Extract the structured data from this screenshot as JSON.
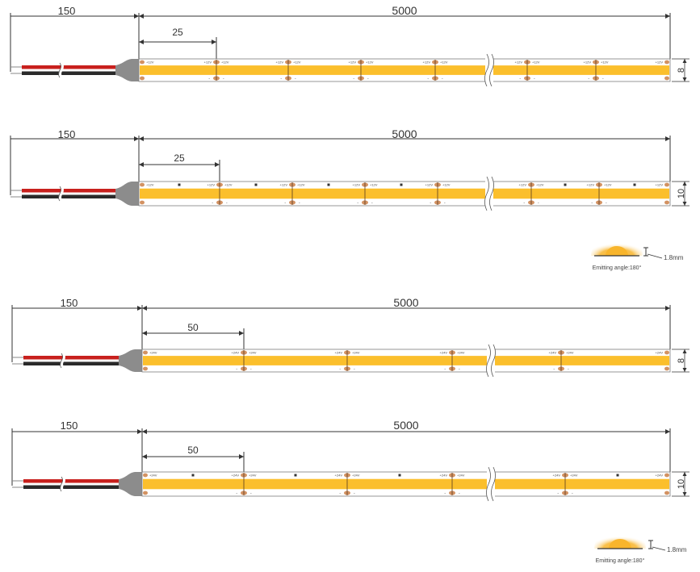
{
  "colors": {
    "strip_fill": "#fbbf2c",
    "strip_border": "#7d7d7d",
    "pad": "#d39262",
    "wire_red": "#c8201d",
    "wire_black": "#2a2a2a",
    "connector": "#8c8c8c",
    "dim_line": "#333333",
    "sun": "#f8b52c"
  },
  "strips": [
    {
      "id": "strip-1",
      "lead_length": "150",
      "total_length": "5000",
      "cut_length": "25",
      "width": "8",
      "voltage_label": "+12V",
      "minus_label": "-"
    },
    {
      "id": "strip-2",
      "lead_length": "150",
      "total_length": "5000",
      "cut_length": "25",
      "width": "10",
      "voltage_label": "+12V",
      "minus_label": "-"
    },
    {
      "id": "strip-3",
      "lead_length": "150",
      "total_length": "5000",
      "cut_length": "50",
      "width": "8",
      "voltage_label": "+24V",
      "minus_label": "-"
    },
    {
      "id": "strip-4",
      "lead_length": "150",
      "total_length": "5000",
      "cut_length": "50",
      "width": "10",
      "voltage_label": "+24V",
      "minus_label": "-"
    }
  ],
  "profiles": [
    {
      "id": "profile-1",
      "thickness": "1.8mm",
      "caption": "Emitting angle:180°"
    },
    {
      "id": "profile-2",
      "thickness": "1.8mm",
      "caption": "Emitting angle:180°"
    }
  ]
}
